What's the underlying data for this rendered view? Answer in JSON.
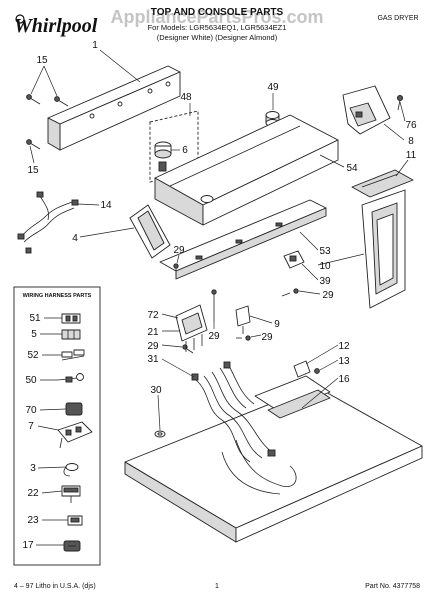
{
  "header": {
    "logo": "Whirlpool",
    "watermark": "AppliancePartsPros.com",
    "title": "TOP AND CONSOLE PARTS",
    "models": "For Models: LGR5634EQ1, LGR5634EZ1",
    "finishes": "(Designer White)  (Designer Almond)",
    "product": "GAS DRYER"
  },
  "callouts": [
    "1",
    "15",
    "48",
    "6",
    "49",
    "76",
    "8",
    "11",
    "54",
    "15",
    "14",
    "4",
    "29",
    "53",
    "10",
    "39",
    "29",
    "72",
    "21",
    "29",
    "29",
    "9",
    "29",
    "31",
    "12",
    "13",
    "16",
    "30"
  ],
  "wiring_box": {
    "title": "WIRING HARNESS PARTS",
    "callouts": [
      "51",
      "5",
      "52",
      "50",
      "70",
      "7",
      "3",
      "22",
      "23",
      "17"
    ]
  },
  "footer": {
    "litho": "4 – 97 Litho in U.S.A. (djs)",
    "page": "1",
    "part_no": "Part No. 4377758"
  }
}
